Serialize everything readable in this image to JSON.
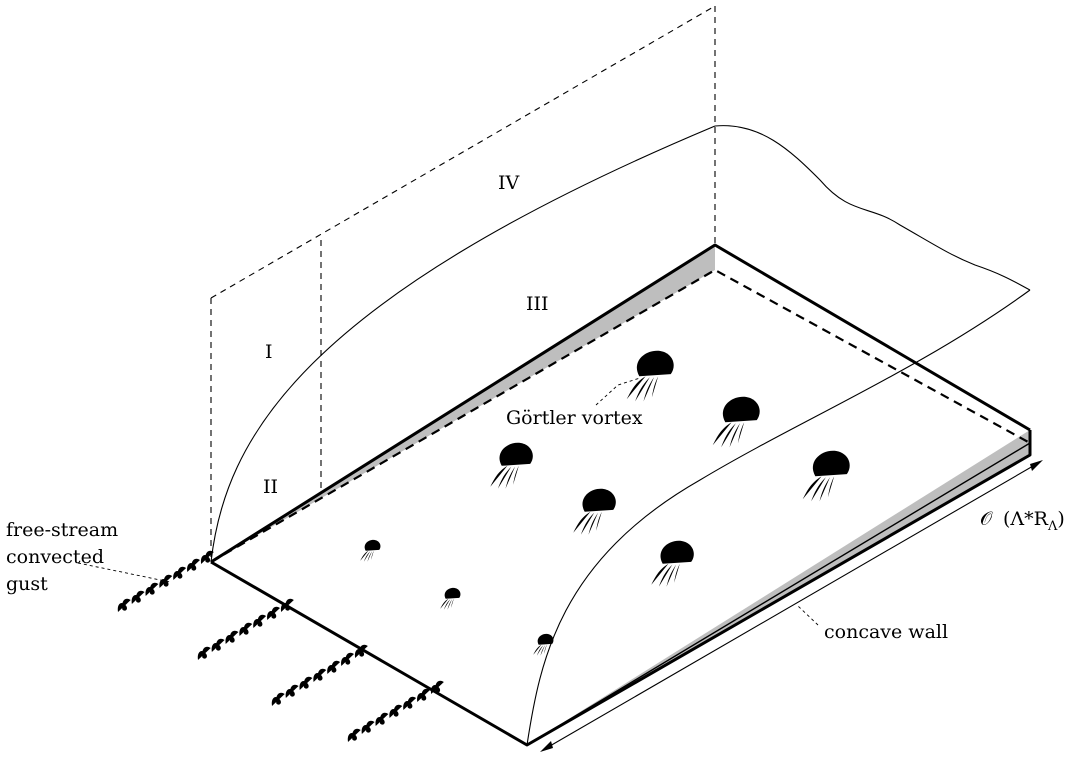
{
  "labels": {
    "region_1": "I",
    "region_2": "II",
    "region_3": "III",
    "region_4": "IV",
    "gortler_vortex": "Görtler vortex",
    "gust_line1": "free-stream",
    "gust_line2": "convected",
    "gust_line3": "gust",
    "concave_wall": "concave wall",
    "scale_O": "𝒪",
    "scale_expr": "(Λ*R",
    "scale_sub": "Λ",
    "scale_close": ")"
  },
  "colors": {
    "wall_shading": "#bebebe",
    "ink": "#000000",
    "background": "#ffffff"
  },
  "icons": [
    "gortler-vortex-icon",
    "gust-curl-icon"
  ]
}
